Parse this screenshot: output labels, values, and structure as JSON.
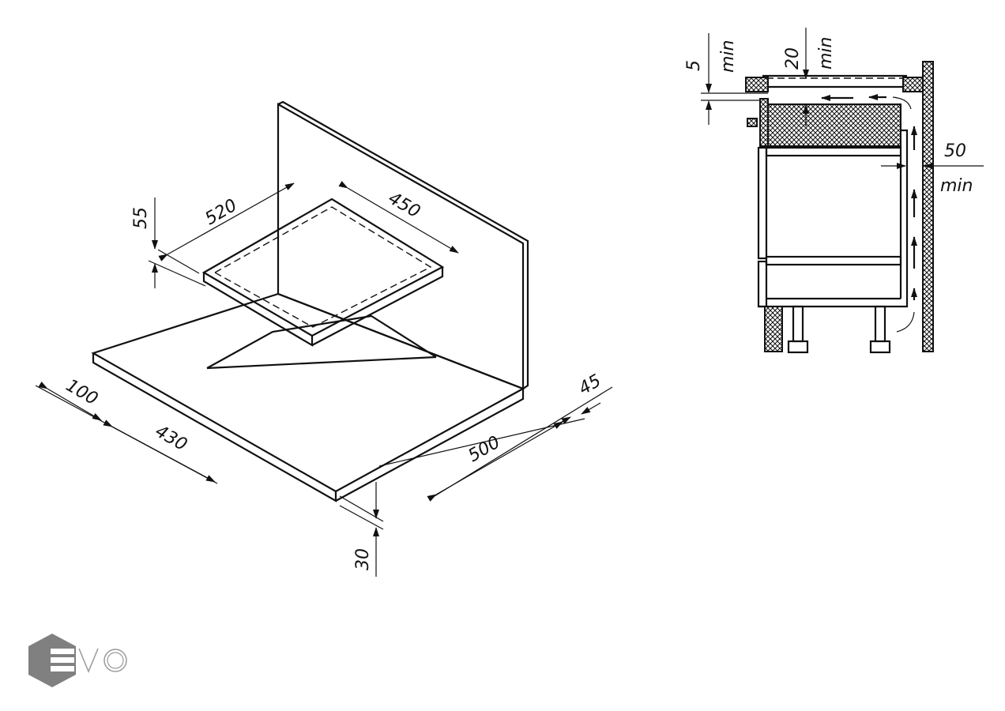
{
  "installation_drawing": {
    "dimensions": {
      "hob_width": "520",
      "hob_depth": "450",
      "hob_height": "55",
      "front_offset": "100",
      "cutout_width": "430",
      "cutout_depth": "500",
      "rear_offset": "45",
      "countertop_thickness": "30"
    }
  },
  "side_section": {
    "gap_top": "5",
    "gap_top_unit": "min",
    "gap_under_hob": "20",
    "gap_under_hob_unit": "min",
    "gap_rear": "50",
    "gap_rear_unit": "min"
  },
  "logo": {
    "text": "EVO",
    "color": "#808080"
  }
}
